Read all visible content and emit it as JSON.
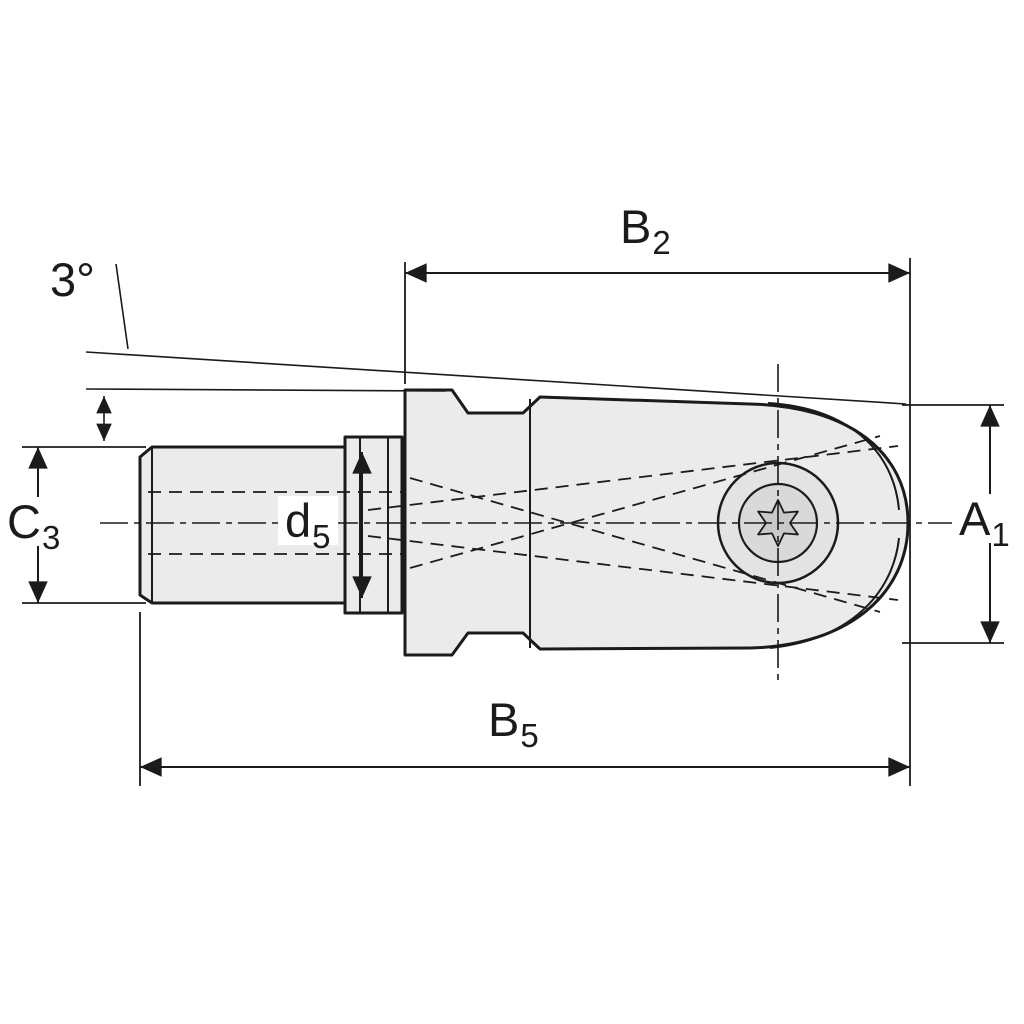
{
  "colors": {
    "background": "#ffffff",
    "line": "#1b1b1b",
    "part_fill": "#ebebeb"
  },
  "dimensions": {
    "angle": {
      "label": "3°"
    },
    "b2": {
      "base": "B",
      "sub": "2"
    },
    "c3": {
      "base": "C",
      "sub": "3"
    },
    "d5": {
      "base": "d",
      "sub": "5"
    },
    "a1": {
      "base": "A",
      "sub": "1"
    },
    "b5": {
      "base": "B",
      "sub": "5"
    }
  }
}
